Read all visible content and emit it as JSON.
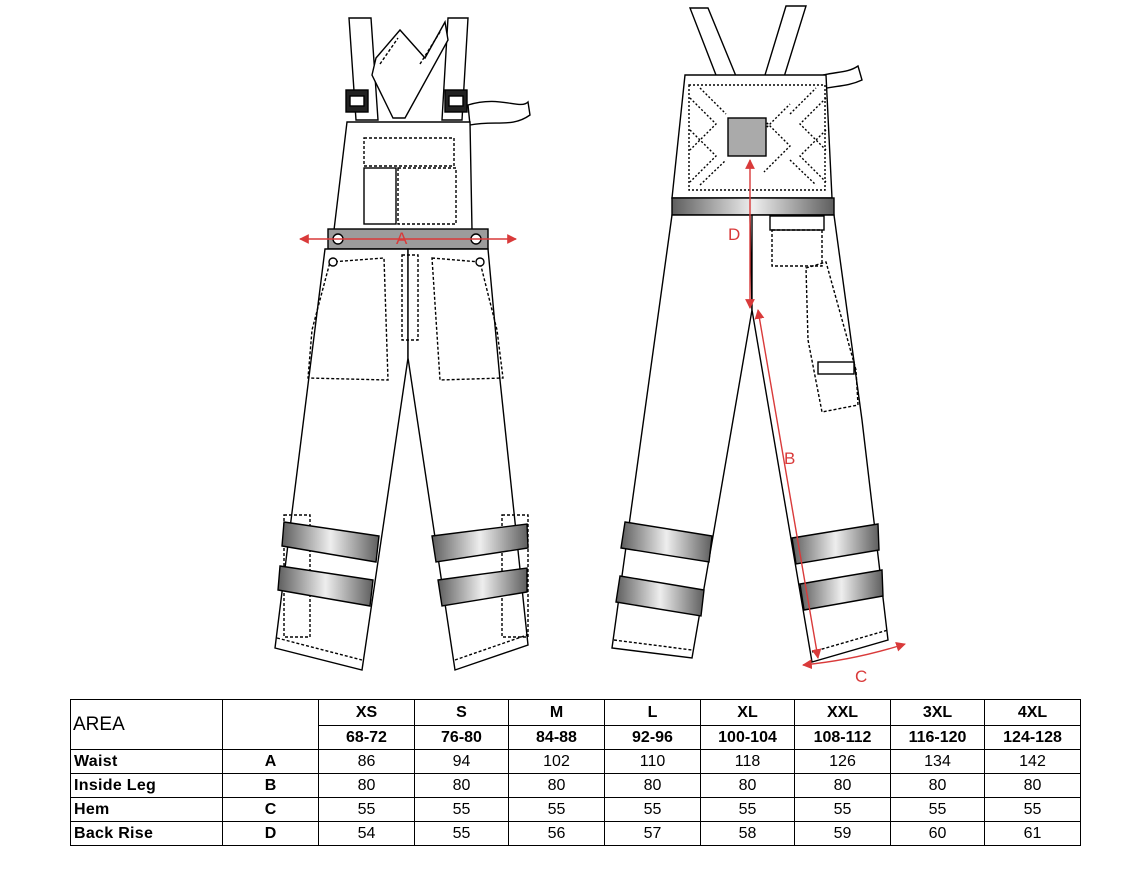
{
  "dimension_labels": {
    "a": "A",
    "b": "B",
    "c": "C",
    "d": "D"
  },
  "colors": {
    "outline": "#000000",
    "measure": "#d93a3a",
    "panel": "#aaaaaa",
    "band_dark": "#5e5e5e"
  },
  "table": {
    "area_label": "AREA",
    "sizes": [
      {
        "name": "XS",
        "range": "68-72"
      },
      {
        "name": "S",
        "range": "76-80"
      },
      {
        "name": "M",
        "range": "84-88"
      },
      {
        "name": "L",
        "range": "92-96"
      },
      {
        "name": "XL",
        "range": "100-104"
      },
      {
        "name": "XXL",
        "range": "108-112"
      },
      {
        "name": "3XL",
        "range": "116-120"
      },
      {
        "name": "4XL",
        "range": "124-128"
      }
    ],
    "rows": [
      {
        "label": "Waist",
        "code": "A",
        "values": [
          "86",
          "94",
          "102",
          "110",
          "118",
          "126",
          "134",
          "142"
        ]
      },
      {
        "label": "Inside Leg",
        "code": "B",
        "values": [
          "80",
          "80",
          "80",
          "80",
          "80",
          "80",
          "80",
          "80"
        ]
      },
      {
        "label": "Hem",
        "code": "C",
        "values": [
          "55",
          "55",
          "55",
          "55",
          "55",
          "55",
          "55",
          "55"
        ]
      },
      {
        "label": "Back Rise",
        "code": "D",
        "values": [
          "54",
          "55",
          "56",
          "57",
          "58",
          "59",
          "60",
          "61"
        ]
      }
    ]
  }
}
